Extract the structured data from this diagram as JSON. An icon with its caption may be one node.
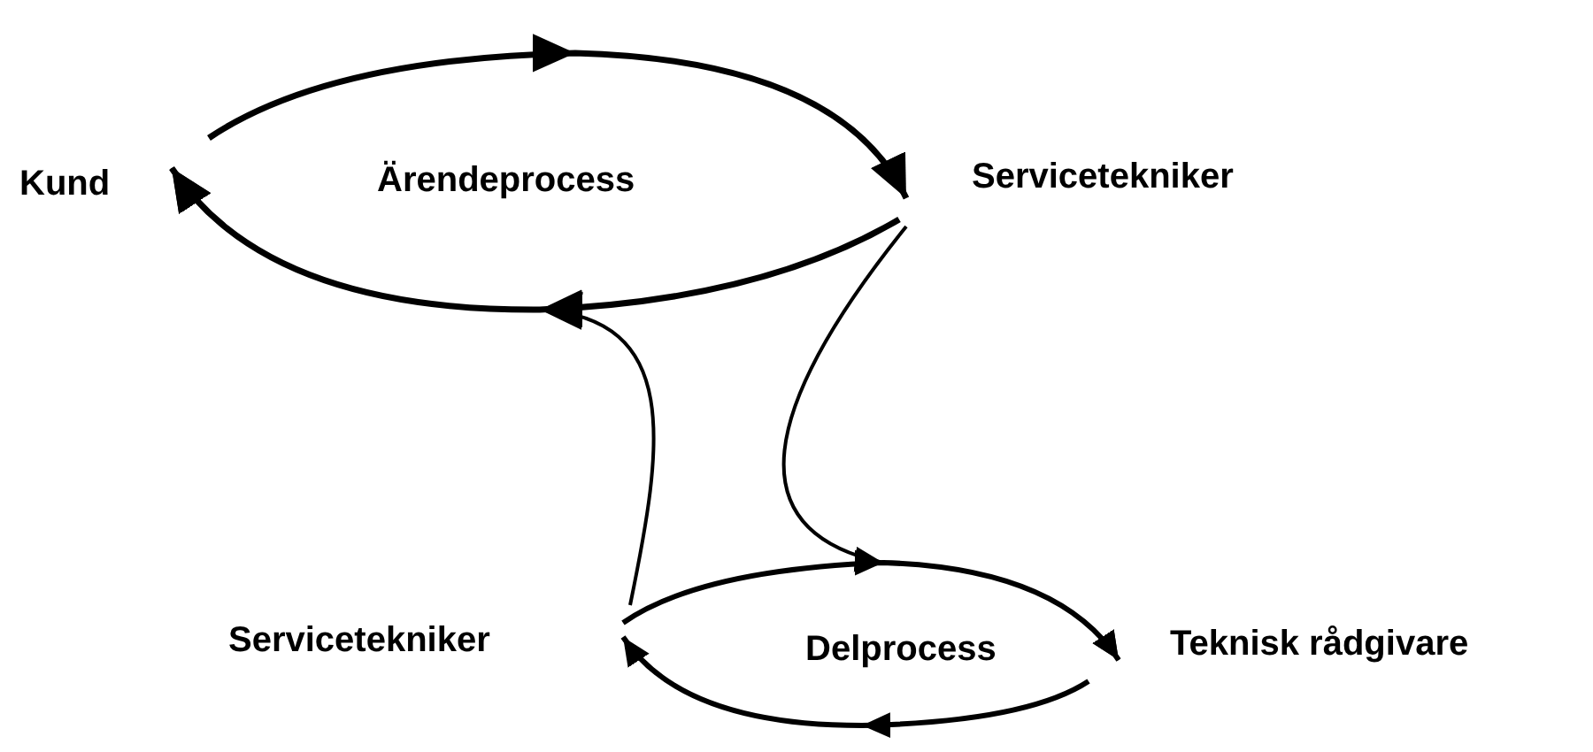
{
  "diagram": {
    "nodes": [
      {
        "text": [
          "Kund"
        ]
      },
      {
        "text": [
          "Servicetekniker"
        ]
      },
      {
        "text": [
          "Servicetekniker"
        ]
      },
      {
        "text": [
          "Teknisk rådgivare"
        ]
      }
    ],
    "edges": [
      {
        "from": 0,
        "to": 1,
        "arrow": "to"
      },
      {
        "from": 1,
        "to": 0,
        "arrow": "to"
      },
      {
        "from": 2,
        "to": 3,
        "arrow": "to"
      },
      {
        "from": 3,
        "to": 2,
        "arrow": "to"
      },
      {
        "from": 1,
        "to": 3,
        "arrow": "to"
      },
      {
        "from": 2,
        "to": 0,
        "arrow": "to"
      }
    ],
    "labels": [
      "Ärendeprocess",
      "Delprocess"
    ]
  }
}
